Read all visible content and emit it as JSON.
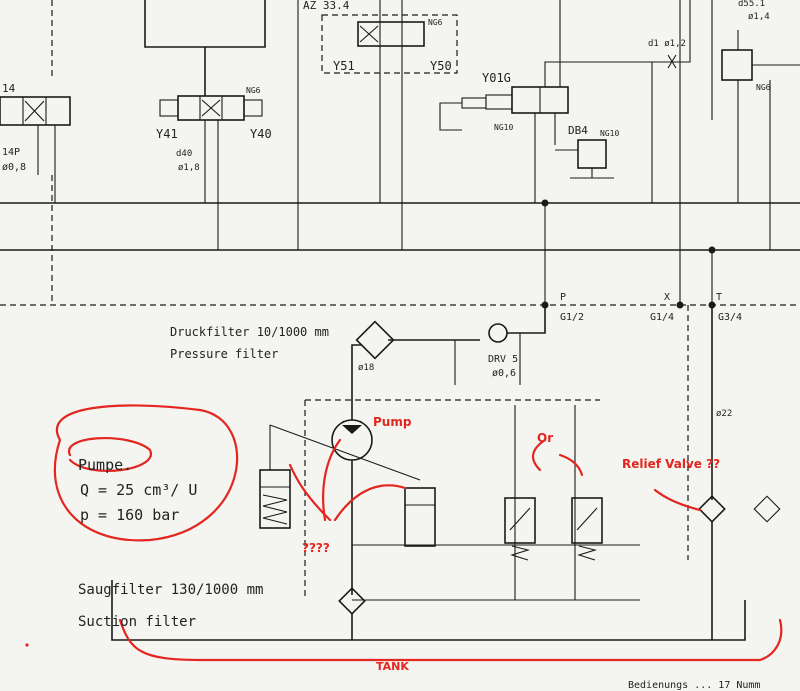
{
  "top_labels": {
    "az": "AZ 33.4",
    "y51": "Y51",
    "y50": "Y50",
    "y41": "Y41",
    "y40": "Y40",
    "y01g": "Y01G",
    "db4": "DB4",
    "ng6_a": "NG6",
    "ng6_b": "NG6",
    "ng6_c": "NG6",
    "ng10_a": "NG10",
    "ng10_b": "NG10",
    "l14": "14",
    "l14p": "14P",
    "phi08": "ø0,8",
    "d40": "d40",
    "phi18a": "ø1,8",
    "d1": "d1 ø1,2",
    "d55": "d55.1",
    "phi14": "ø1,4"
  },
  "ports": {
    "p": "P",
    "x": "X",
    "t": "T",
    "g12": "G1/2",
    "g14": "G1/4",
    "g34": "G3/4"
  },
  "filters": {
    "pressure_de": "Druckfilter 10/1000 mm",
    "pressure_en": "Pressure filter",
    "suction_de": "Saugfilter 130/1000 mm",
    "suction_en": "Suction filter"
  },
  "components": {
    "drv": "DRV 5",
    "drv_phi": "ø0,6",
    "phi18": "ø18",
    "phi22": "ø22"
  },
  "pump_box": {
    "line1": "Pumpe.",
    "line2": "Q = 25 cm³/ U",
    "line3": "p = 160 bar"
  },
  "annotations": {
    "pump": "Pump",
    "or": "Or",
    "relief_valve": "Relief  Valve ??",
    "question": "????",
    "tank": "TANK"
  },
  "footer": "Bedienungs ... 17 Numm"
}
